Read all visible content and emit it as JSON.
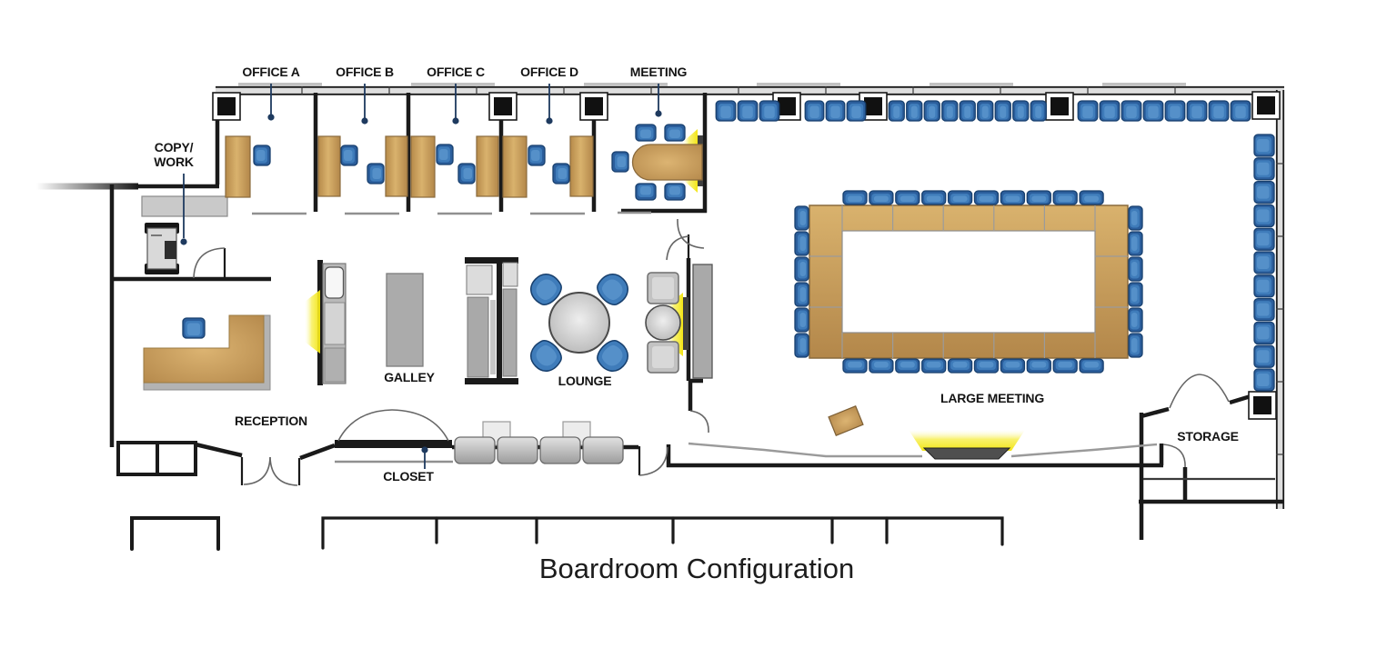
{
  "title": "Boardroom Configuration",
  "rooms": {
    "office_a": {
      "label": "OFFICE A"
    },
    "office_b": {
      "label": "OFFICE B"
    },
    "office_c": {
      "label": "OFFICE C"
    },
    "office_d": {
      "label": "OFFICE D"
    },
    "meeting": {
      "label": "MEETING"
    },
    "copy_work": {
      "line1": "COPY/",
      "line2": "WORK"
    },
    "reception": {
      "label": "RECEPTION"
    },
    "galley": {
      "label": "GALLEY"
    },
    "lounge": {
      "label": "LOUNGE"
    },
    "closet": {
      "label": "CLOSET"
    },
    "large_meeting": {
      "label": "LARGE MEETING"
    },
    "storage": {
      "label": "STORAGE"
    }
  },
  "seating_shown": {
    "boardroom_table_seats": 32,
    "wall_seats_top_row": 23,
    "wall_seats_right_column": 11,
    "meeting_room_seats": 5,
    "lounge_seats": 4,
    "office_desk_seats": 7,
    "reception_seats": 1
  },
  "palette": {
    "wall": "#1a1a1a",
    "desk_tan": "#c89a58",
    "desk_tan_light": "#dcb472",
    "desk_tan_dark": "#a87e44",
    "chair_blue": "#3f7cba",
    "chair_blue_dark": "#2b5e9c",
    "chair_blue_stroke": "#173f6d",
    "fixture_gray": "#ababab",
    "glow_yellow": "#f2e40e",
    "leader_navy": "#1e3a5f",
    "screen_dark": "#3f3f3f"
  }
}
